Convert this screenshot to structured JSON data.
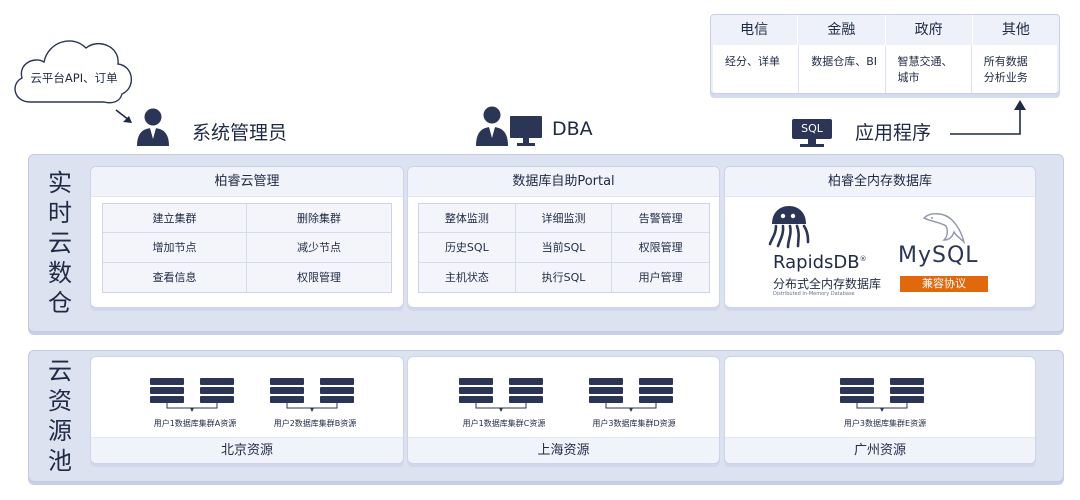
{
  "cloud": {
    "label": "云平台API、订单"
  },
  "roles": {
    "admin": "系统管理员",
    "dba": "DBA",
    "app": "应用程序",
    "sql_badge": "SQL"
  },
  "industries": {
    "headers": [
      "电信",
      "金融",
      "政府",
      "其他"
    ],
    "details": [
      "经分、详单",
      "数据仓库、BI",
      "智慧交通、\n城市",
      "所有数据\n分析业务"
    ]
  },
  "cloud_db": {
    "side_title": "实\n时\n云\n数\n仓",
    "mgmt": {
      "title": "柏睿云管理",
      "items": [
        "建立集群",
        "删除集群",
        "增加节点",
        "减少节点",
        "查看信息",
        "权限管理"
      ]
    },
    "portal": {
      "title": "数据库自助Portal",
      "items": [
        "整体监测",
        "详细监测",
        "告警管理",
        "历史SQL",
        "当前SQL",
        "权限管理",
        "主机状态",
        "执行SQL",
        "用户管理"
      ]
    },
    "memdb": {
      "title": "柏睿全内存数据库",
      "rapids_name": "RapidsDB",
      "rapids_reg": "®",
      "rapids_cn": "分布式全内存数据库",
      "rapids_en": "Distributed In-Memory Database",
      "mysql_name": "MySQL",
      "compat": "兼容协议"
    }
  },
  "resources": {
    "side_title": "云\n资\n源\n池",
    "regions": [
      {
        "name": "北京资源",
        "clusters": [
          "用户1数据库集群A资源",
          "用户2数据库集群B资源"
        ]
      },
      {
        "name": "上海资源",
        "clusters": [
          "用户1数据库集群C资源",
          "用户3数据库集群D资源"
        ]
      },
      {
        "name": "广州资源",
        "clusters": [
          "用户3数据库集群E资源"
        ]
      }
    ]
  },
  "colors": {
    "navy": "#2b3555",
    "panel": "#dde2f1",
    "accent": "#e0690d"
  }
}
